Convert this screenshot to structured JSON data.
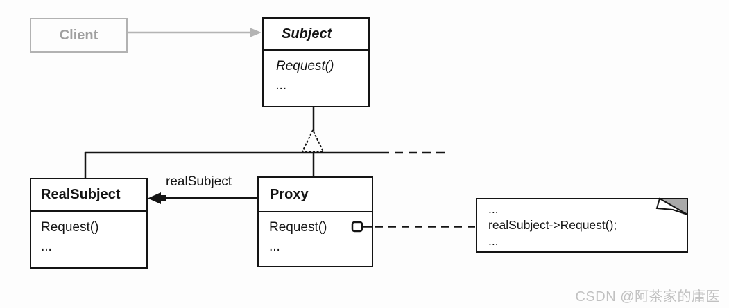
{
  "diagram_type": "uml-class-diagram",
  "classes": {
    "client": {
      "name": "Client"
    },
    "subject": {
      "name": "Subject",
      "methods": [
        "Request()",
        "..."
      ]
    },
    "real_subject": {
      "name": "RealSubject",
      "methods": [
        "Request()",
        "..."
      ]
    },
    "proxy": {
      "name": "Proxy",
      "methods": [
        "Request()",
        "..."
      ]
    }
  },
  "relations": {
    "association_label": "realSubject"
  },
  "note": {
    "lines": [
      "...",
      "realSubject->Request();",
      "..."
    ]
  },
  "watermark": "CSDN @阿茶家的庸医",
  "colors": {
    "line": "#141414",
    "muted_gray": "#b2b2b2",
    "note_fold": "#a9a9a9",
    "watermark": "#c1c1c1",
    "background": "#fdfdfd"
  }
}
